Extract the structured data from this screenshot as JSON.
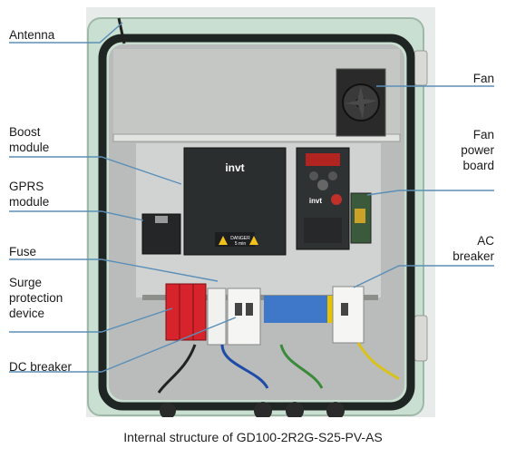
{
  "labels": {
    "antenna": "Antenna",
    "boost": [
      "Boost",
      "module"
    ],
    "gprs": [
      "GPRS",
      "module"
    ],
    "fuse": "Fuse",
    "surge": [
      "Surge",
      "protection",
      "device"
    ],
    "dc_breaker": "DC breaker",
    "fan": "Fan",
    "fan_board": [
      "Fan",
      "power",
      "board"
    ],
    "ac_breaker": [
      "AC",
      "breaker"
    ]
  },
  "device": {
    "brand": "invt",
    "warning_title": "DANGER",
    "warning_sub": "5 min"
  },
  "caption": "Internal structure of GD100-2R2G-S25-PV-AS",
  "colors": {
    "enclosure": "#cfe3d4",
    "frame": "#1f2522",
    "leader_line": "#5b8fb8",
    "surge_device": "#d7232b",
    "module": "#2b2e2f"
  }
}
